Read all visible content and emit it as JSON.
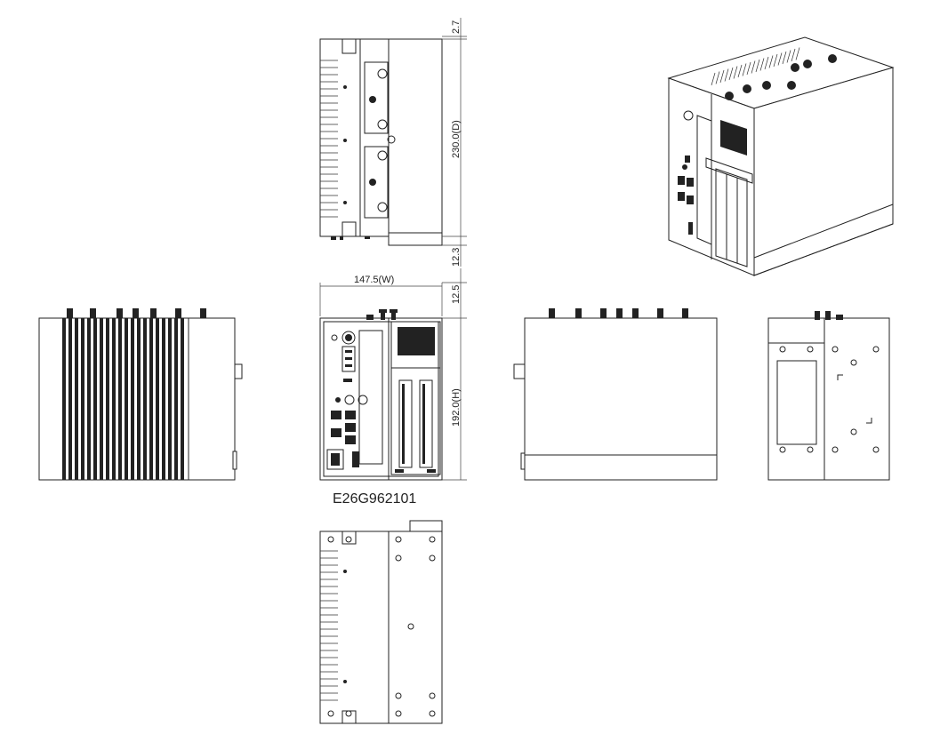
{
  "drawing": {
    "dimensions": {
      "top_offset": "2.7",
      "depth": "230.0(D)",
      "mid_offset": "12.3",
      "width": "147.5(W)",
      "front_offset": "12.5",
      "height": "192.0(H)"
    },
    "model_number": "E26G962101"
  }
}
